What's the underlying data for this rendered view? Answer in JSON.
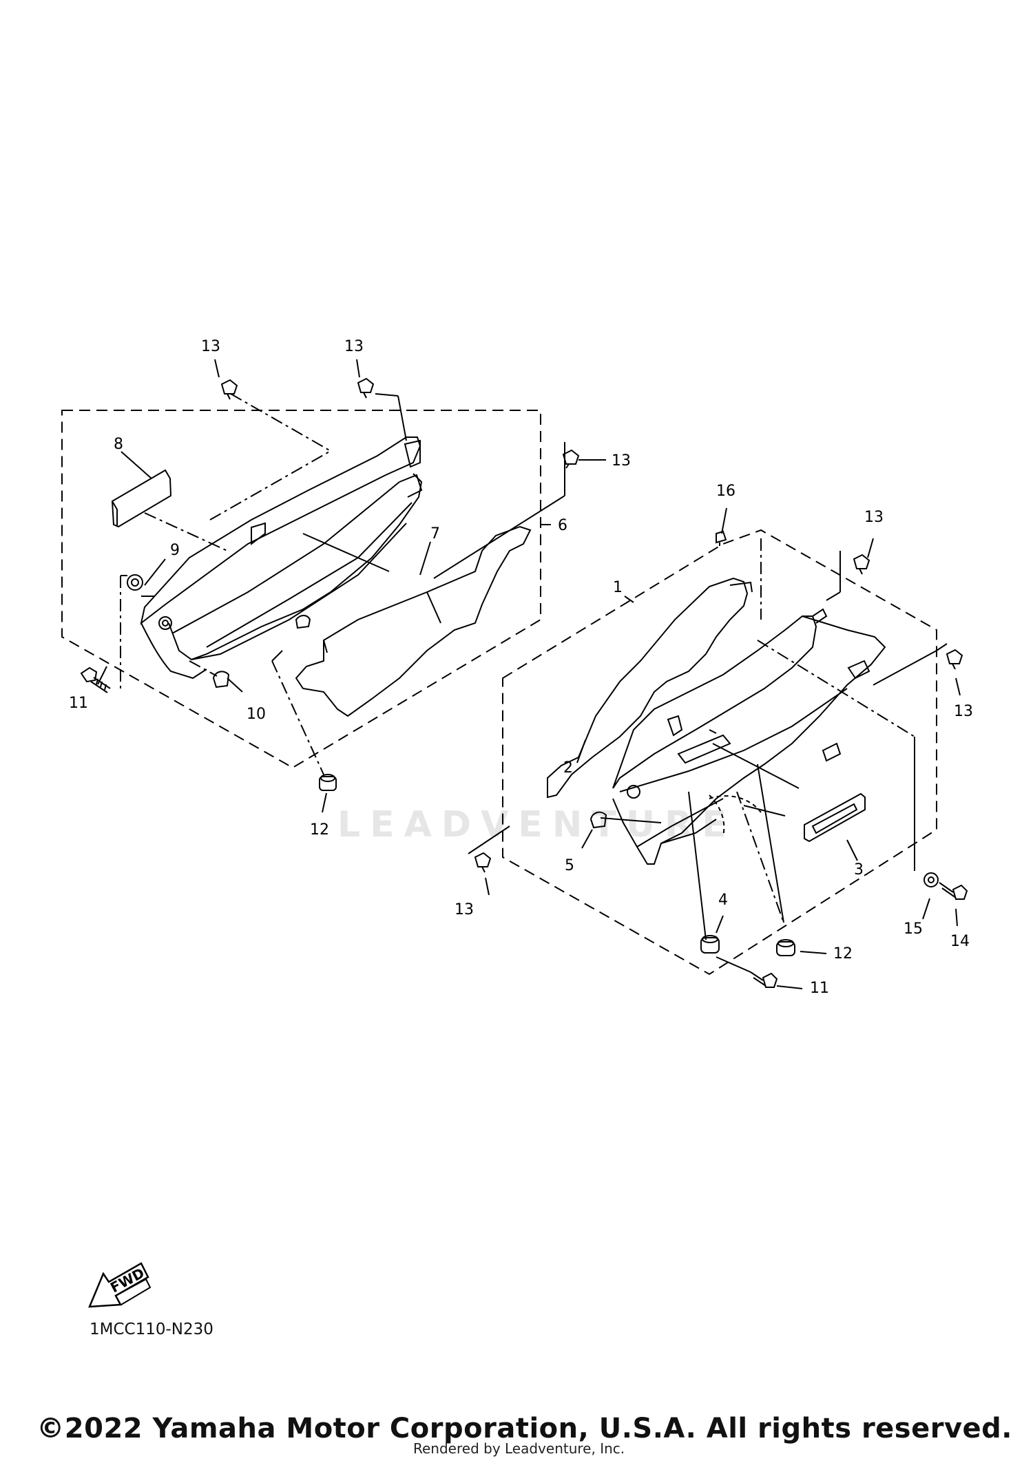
{
  "watermark": "LEADVENTURE",
  "diagram_code": "1MCC110-N230",
  "fwd_label": "FWD",
  "copyright": "©2022 Yamaha Motor Corporation, U.S.A. All rights reserved.",
  "rendered_by": "Rendered by Leadventure, Inc.",
  "callouts": {
    "left_13_a": "13",
    "left_13_b": "13",
    "left_13_c": "13",
    "left_8": "8",
    "left_9": "9",
    "left_7": "7",
    "left_6": "6",
    "left_11": "11",
    "left_10": "10",
    "left_12": "12",
    "right_16": "16",
    "right_13_a": "13",
    "right_1": "1",
    "right_13_b": "13",
    "right_2": "2",
    "right_5": "5",
    "right_3": "3",
    "right_13_c": "13",
    "right_4": "4",
    "right_15": "15",
    "right_14": "14",
    "right_12": "12",
    "right_11": "11"
  }
}
